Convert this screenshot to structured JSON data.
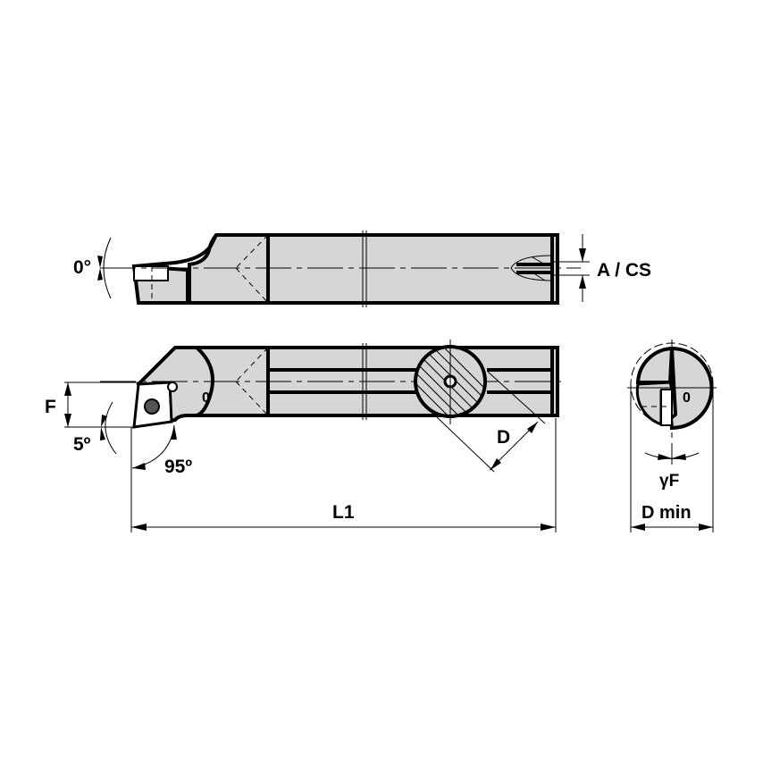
{
  "drawing": {
    "subject": "Boring bar with square insert (technical drawing)",
    "colors": {
      "body_fill": "#d6d6d6",
      "line": "#000000",
      "background": "#ffffff"
    },
    "top_view": {
      "angle_label": "0°",
      "coolant_label": "A / CS"
    },
    "side_view": {
      "height_label": "F",
      "rake_angle_label": "5º",
      "lead_angle_label": "95º",
      "diameter_label": "D",
      "length_label": "L1",
      "insert_mark": "0"
    },
    "end_view": {
      "angle_label": "γF",
      "min_bore_label": "D min",
      "insert_mark": "0"
    }
  }
}
